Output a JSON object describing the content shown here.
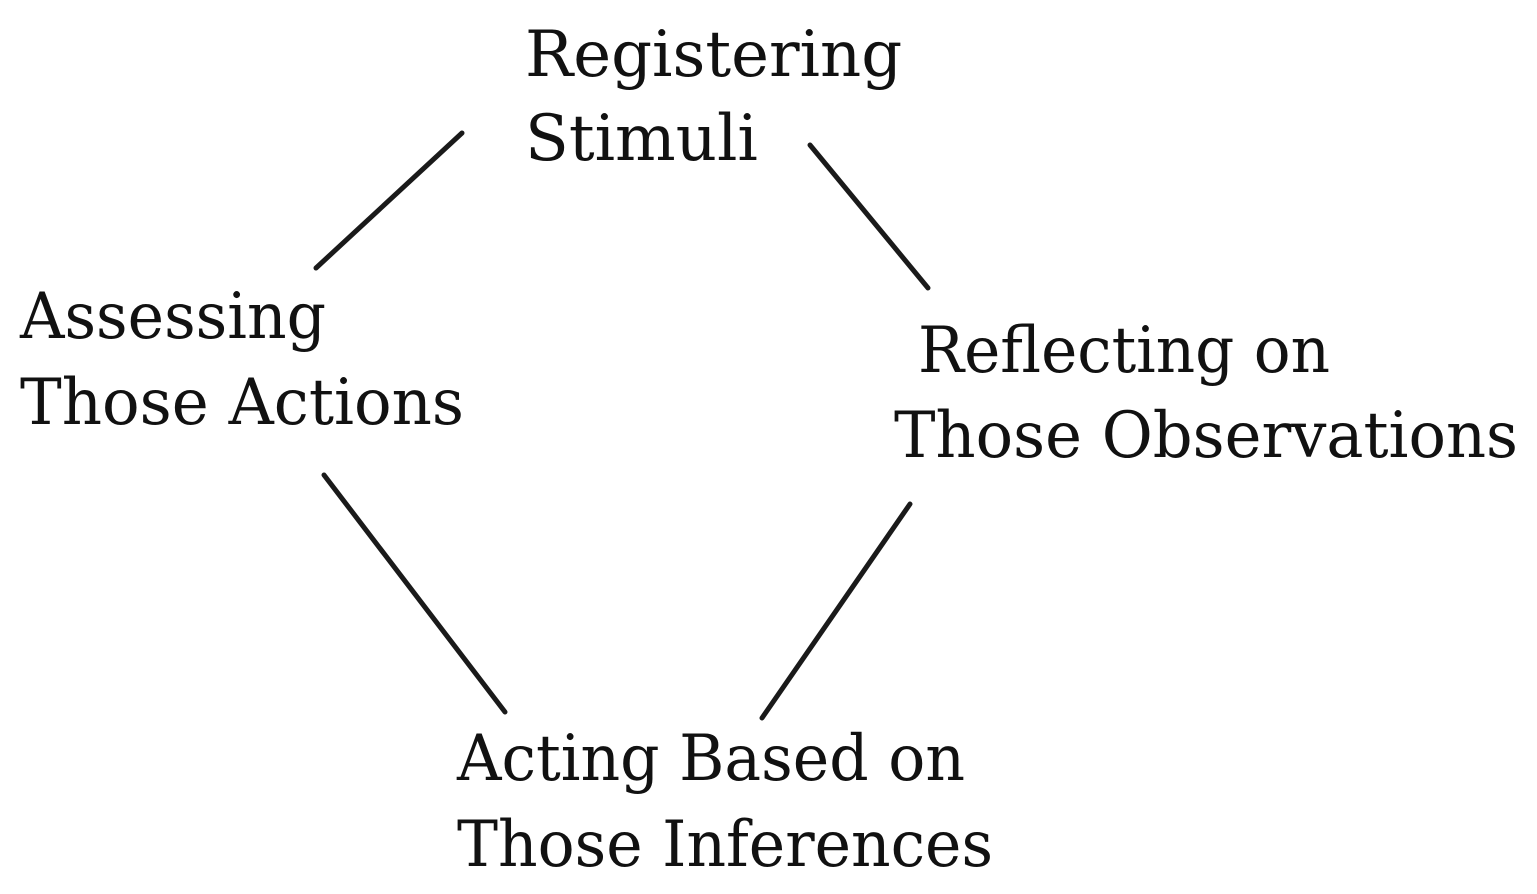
{
  "diagram": {
    "nodes": [
      {
        "id": "registering",
        "lines": [
          "Registering",
          "Stimuli"
        ]
      },
      {
        "id": "reflecting",
        "lines": [
          "Reflecting on",
          "Those Observations"
        ]
      },
      {
        "id": "acting",
        "lines": [
          "Acting Based on",
          "Those Inferences"
        ]
      },
      {
        "id": "assessing",
        "lines": [
          "Assessing",
          "Those Actions"
        ]
      }
    ],
    "edges": [
      {
        "from": "registering",
        "to": "reflecting"
      },
      {
        "from": "reflecting",
        "to": "acting"
      },
      {
        "from": "acting",
        "to": "assessing"
      },
      {
        "from": "assessing",
        "to": "registering"
      }
    ],
    "colors": {
      "text": "#111111",
      "line": "#1a1a1a",
      "background": "#ffffff"
    }
  }
}
